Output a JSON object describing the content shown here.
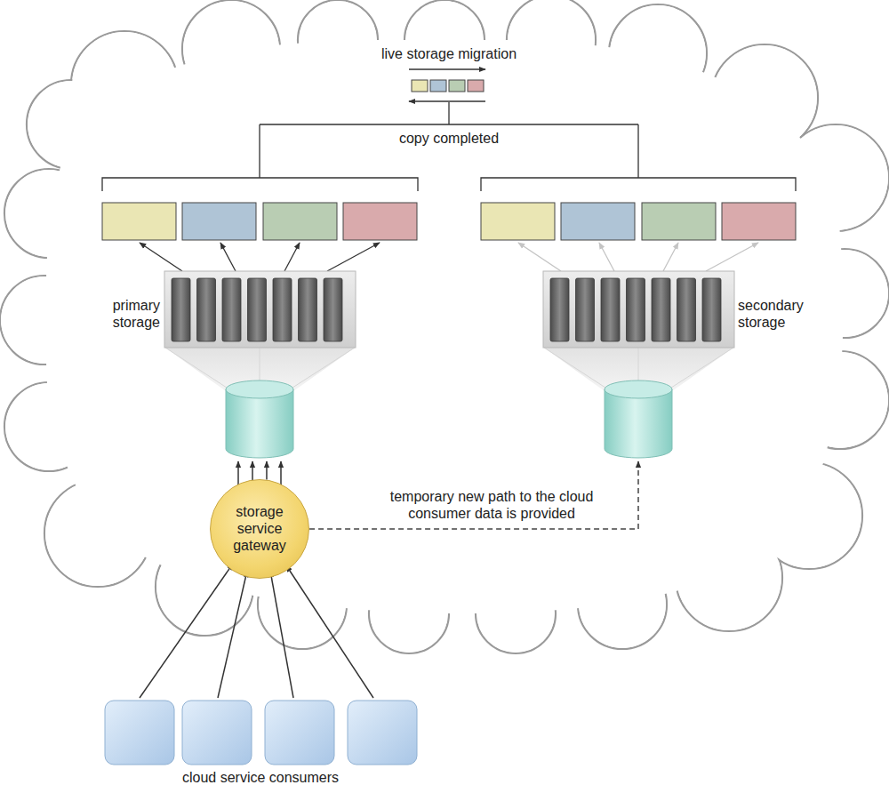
{
  "diagram": {
    "nodes": [
      {
        "text": [
          "primary storage"
        ]
      },
      {
        "text": [
          "secondary storage"
        ]
      },
      {
        "text": [
          "storage service gateway"
        ]
      }
    ],
    "edges": [
      {
        "from": 2,
        "to": 0,
        "arrow": "to"
      },
      {
        "from": 2,
        "to": 1,
        "arrow": "to",
        "label": "temporary new path to the cloud consumer data is provided"
      }
    ],
    "labels": [
      "live storage migration",
      "copy completed",
      "cloud service consumers"
    ]
  }
}
